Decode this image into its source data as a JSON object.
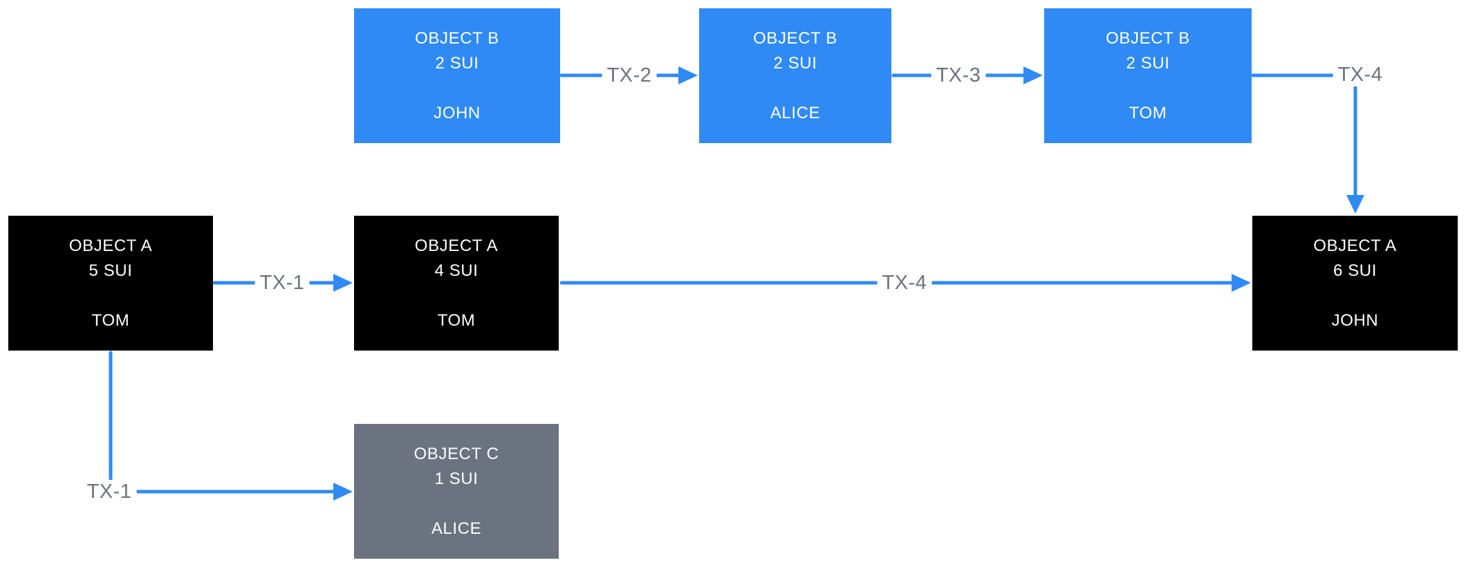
{
  "diagram": {
    "background_color": "#ffffff",
    "colors": {
      "coin_object_blue": "#2f8af5",
      "object_black": "#000000",
      "object_gray": "#6b7380",
      "arrow_blue": "#2f8af5",
      "edge_label_gray": "#6b7280",
      "node_text_white": "#ffffff"
    },
    "nodes": [
      {
        "id": "object-b-john",
        "title": "OBJECT B",
        "amount": "2 SUI",
        "owner": "JOHN",
        "kind": "blue"
      },
      {
        "id": "object-b-alice",
        "title": "OBJECT B",
        "amount": "2 SUI",
        "owner": "ALICE",
        "kind": "blue"
      },
      {
        "id": "object-b-tom",
        "title": "OBJECT B",
        "amount": "2 SUI",
        "owner": "TOM",
        "kind": "blue"
      },
      {
        "id": "object-a-5sui",
        "title": "OBJECT A",
        "amount": "5 SUI",
        "owner": "TOM",
        "kind": "black"
      },
      {
        "id": "object-a-4sui",
        "title": "OBJECT A",
        "amount": "4 SUI",
        "owner": "TOM",
        "kind": "black"
      },
      {
        "id": "object-a-6sui",
        "title": "OBJECT A",
        "amount": "6 SUI",
        "owner": "JOHN",
        "kind": "black"
      },
      {
        "id": "object-c-1sui",
        "title": "OBJECT C",
        "amount": "1 SUI",
        "owner": "ALICE",
        "kind": "gray"
      }
    ],
    "edges": [
      {
        "label": "TX-1",
        "from": "object-a-5sui",
        "to": "object-a-4sui",
        "shape": "straight"
      },
      {
        "label": "TX-1",
        "from": "object-a-5sui",
        "to": "object-c-1sui",
        "shape": "elbow-down-right"
      },
      {
        "label": "TX-2",
        "from": "object-b-john",
        "to": "object-b-alice",
        "shape": "straight"
      },
      {
        "label": "TX-3",
        "from": "object-b-alice",
        "to": "object-b-tom",
        "shape": "straight"
      },
      {
        "label": "TX-4",
        "from": "object-a-4sui",
        "to": "object-a-6sui",
        "shape": "straight"
      },
      {
        "label": "TX-4",
        "from": "object-b-tom",
        "to": "object-a-6sui",
        "shape": "elbow-right-down"
      }
    ]
  }
}
